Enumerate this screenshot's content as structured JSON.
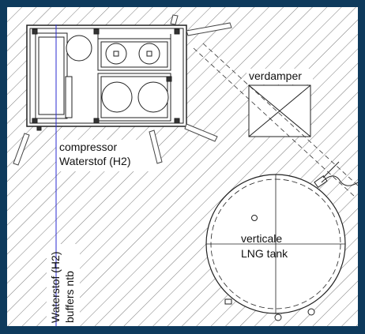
{
  "labels": {
    "compressor_line1": "compressor",
    "compressor_line2": "Waterstof (H2)",
    "verdamper": "verdamper",
    "tank_line1": "verticale",
    "tank_line2": "LNG tank",
    "buffers_line1": "Waterstof (H2)",
    "buffers_line2": "buffers ntb"
  },
  "colors": {
    "frame": "#0e3a5c",
    "background": "#ffffff",
    "hatch": "#7a7a7a",
    "line": "#222222",
    "axis_blue": "#2a2ad0"
  }
}
